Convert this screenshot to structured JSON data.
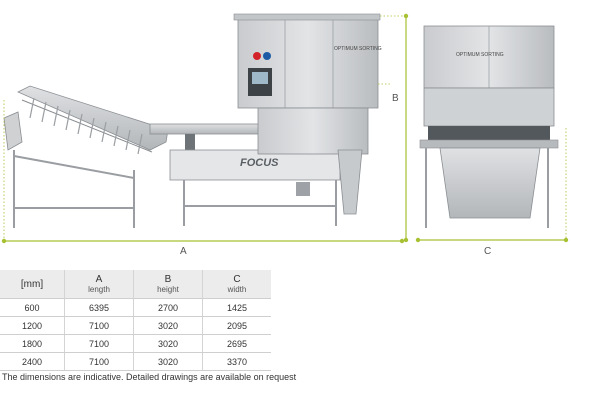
{
  "brand": {
    "product": "FOCUS",
    "logo_text": "OPTIMUM SORTING"
  },
  "dimensions": {
    "a": "A",
    "b": "B",
    "c": "C"
  },
  "table": {
    "unit_header": "[mm]",
    "columns": [
      {
        "key": "A",
        "sub": "length"
      },
      {
        "key": "B",
        "sub": "height"
      },
      {
        "key": "C",
        "sub": "width"
      }
    ],
    "rows": [
      [
        "600",
        "6395",
        "2700",
        "1425"
      ],
      [
        "1200",
        "7100",
        "3020",
        "2095"
      ],
      [
        "1800",
        "7100",
        "3020",
        "2695"
      ],
      [
        "2400",
        "7100",
        "3020",
        "3370"
      ]
    ]
  },
  "note": "The dimensions are indicative. Detailed drawings are available on request",
  "colors": {
    "dimension_line": "#a7c132",
    "steel_light": "#d7d9db",
    "steel_mid": "#b8bbbe",
    "steel_dark": "#7f8488"
  }
}
